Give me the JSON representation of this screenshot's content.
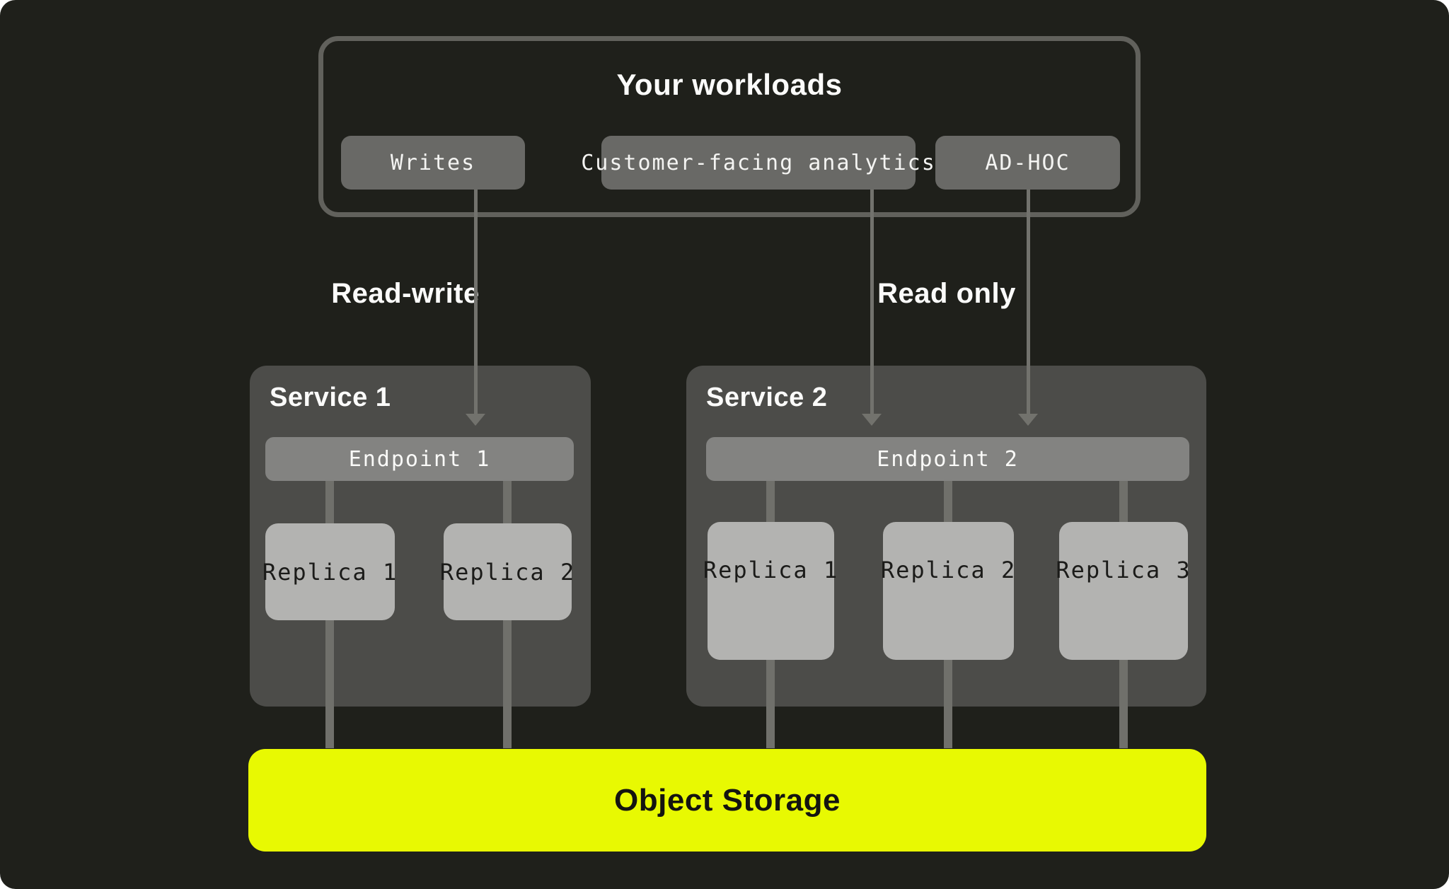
{
  "colors": {
    "background": "#1f201b",
    "workload_chip_gray": "#696966",
    "service_box_gray": "#4c4c49",
    "endpoint_gray": "#838381",
    "replica_gray": "#b3b3b1",
    "connector_gray": "#70706b",
    "accent_yellow": "#e8f902",
    "text_light": "#fbfbfa",
    "text_dark": "#1b1b19"
  },
  "workloads": {
    "title": "Your workloads",
    "items": [
      {
        "label": "Writes"
      },
      {
        "label": "Customer-facing analytics"
      },
      {
        "label": "AD-HOC"
      }
    ]
  },
  "flows": {
    "read_write_label": "Read-write",
    "read_only_label": "Read only"
  },
  "services": [
    {
      "title": "Service 1",
      "endpoint": "Endpoint 1",
      "replicas": [
        {
          "label": "Replica 1"
        },
        {
          "label": "Replica 2"
        }
      ]
    },
    {
      "title": "Service 2",
      "endpoint": "Endpoint 2",
      "replicas": [
        {
          "label": "Replica 1"
        },
        {
          "label": "Replica 2"
        },
        {
          "label": "Replica 3"
        }
      ]
    }
  ],
  "storage": {
    "label": "Object Storage"
  }
}
